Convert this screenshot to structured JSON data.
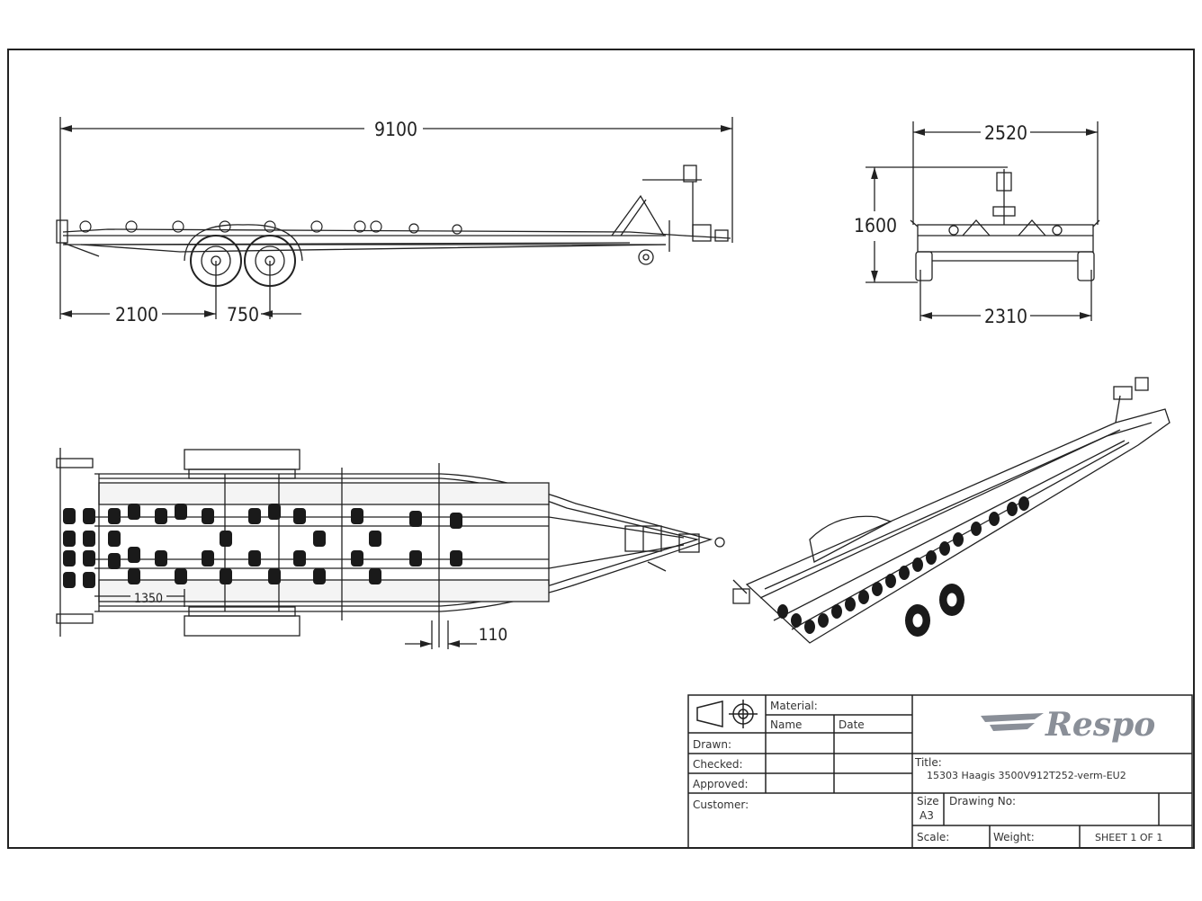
{
  "dimensions": {
    "overall_length": "9100",
    "wheel_offset": "2100",
    "axle_spacing": "750",
    "overall_width": "2520",
    "overall_height": "1600",
    "track_width": "2310",
    "roller_pitch": "1350",
    "frame_rail": "110"
  },
  "title_block": {
    "material_label": "Material:",
    "name_label": "Name",
    "date_label": "Date",
    "drawn_label": "Drawn:",
    "checked_label": "Checked:",
    "approved_label": "Approved:",
    "customer_label": "Customer:",
    "title_label": "Title:",
    "title_value": "15303 Haagis 3500V912T252-verm-EU2",
    "size_label": "Size",
    "size_value": "A3",
    "drawing_no_label": "Drawing No:",
    "scale_label": "Scale:",
    "weight_label": "Weight:",
    "sheet_label": "SHEET 1 OF 1",
    "logo_text": "Respo"
  },
  "colors": {
    "line": "#222222",
    "logo": "#8a8f98"
  }
}
